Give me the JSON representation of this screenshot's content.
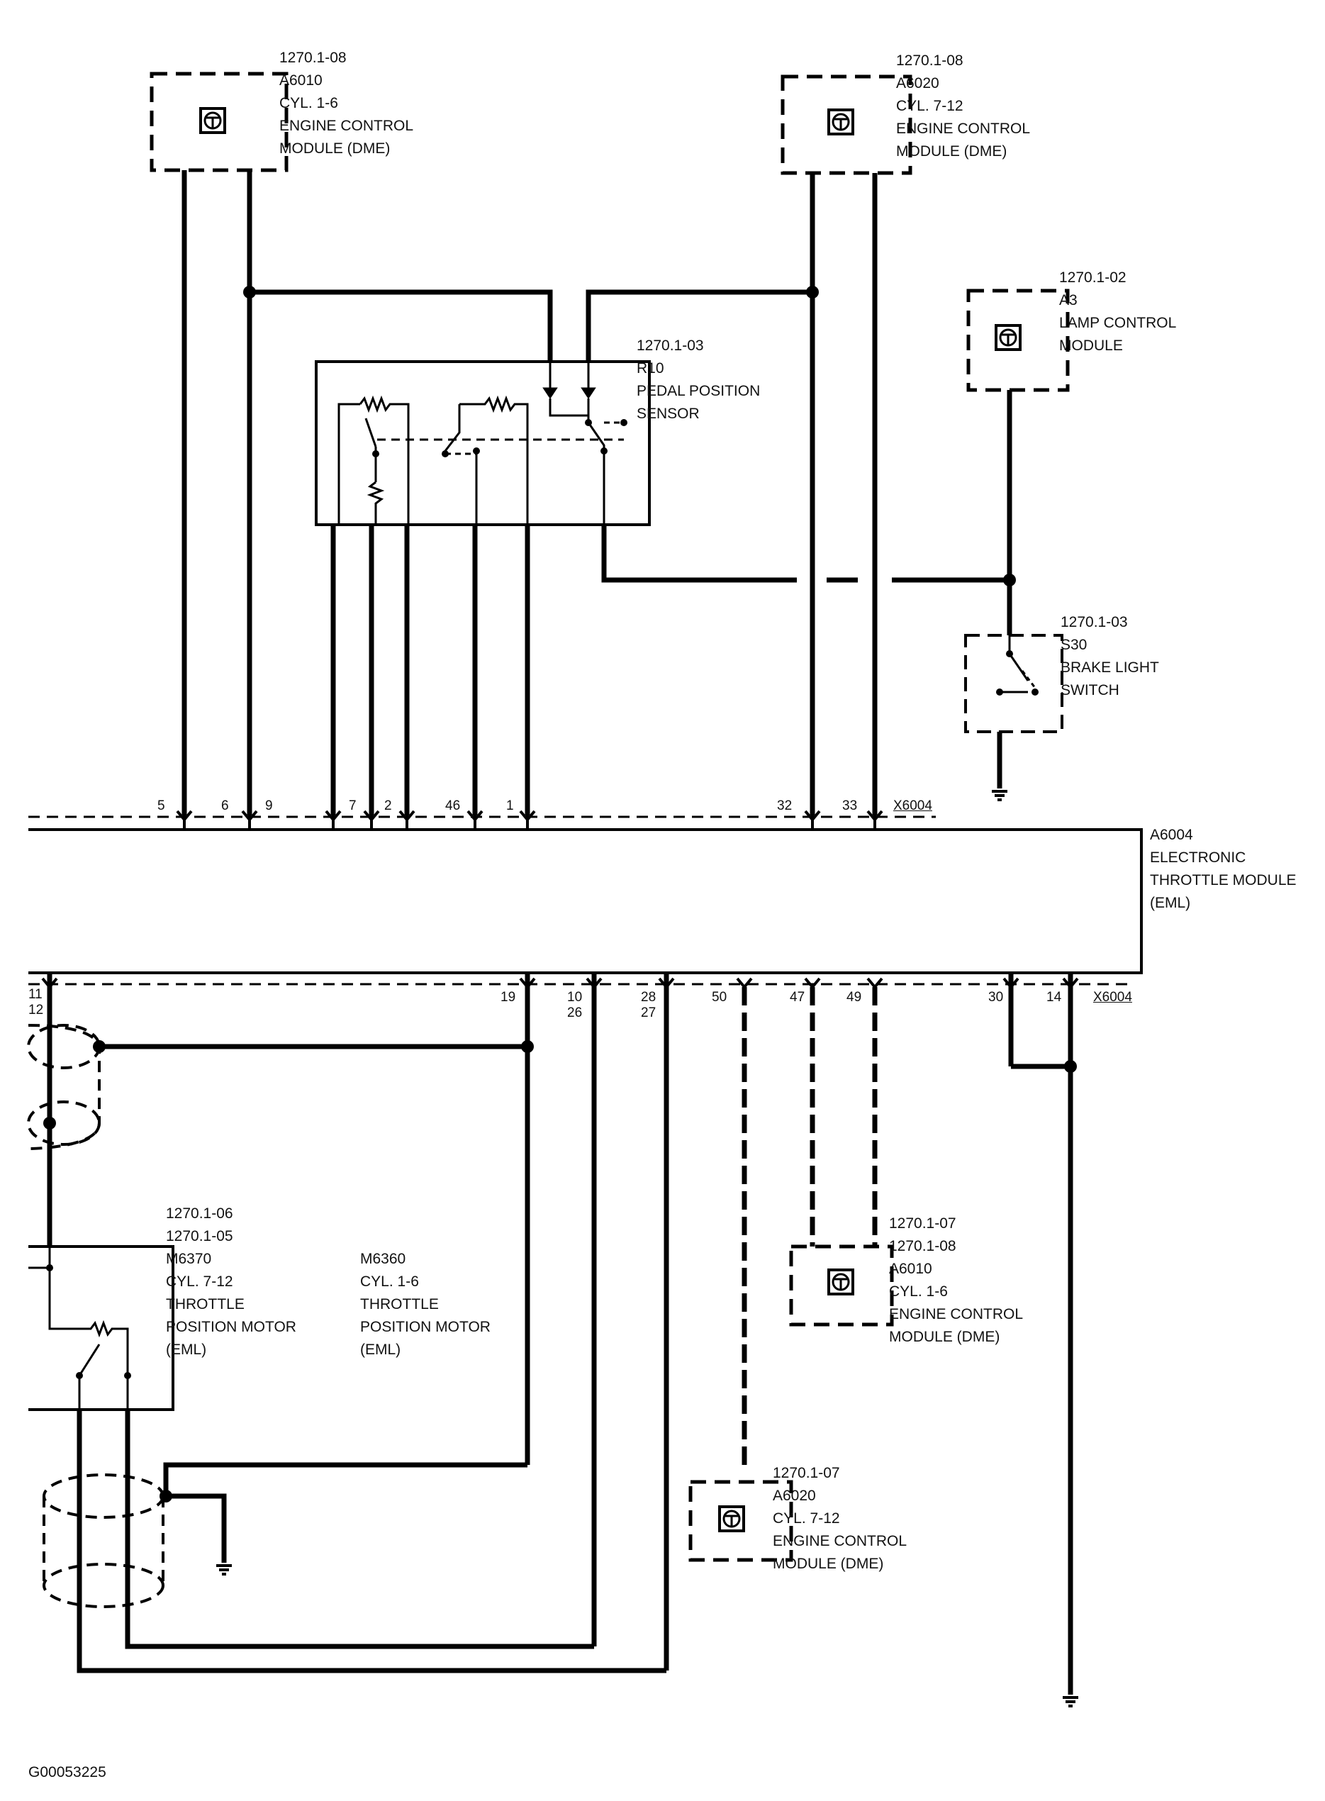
{
  "components": {
    "a6010_top": {
      "ref": "1270.1-08",
      "id": "A6010",
      "lines": [
        "CYL. 1-6",
        "ENGINE CONTROL",
        "MODULE (DME)"
      ]
    },
    "a6020_top": {
      "ref": "1270.1-08",
      "id": "A6020",
      "lines": [
        "CYL. 7-12",
        "ENGINE CONTROL",
        "MODULE (DME)"
      ]
    },
    "a3": {
      "ref": "1270.1-02",
      "id": "A3",
      "lines": [
        "LAMP CONTROL",
        "MODULE"
      ]
    },
    "r10": {
      "ref": "1270.1-03",
      "id": "R10",
      "lines": [
        "PEDAL POSITION",
        "SENSOR"
      ]
    },
    "s30": {
      "ref": "1270.1-03",
      "id": "S30",
      "lines": [
        "BRAKE LIGHT",
        "SWITCH"
      ]
    },
    "a6004": {
      "id": "A6004",
      "lines": [
        "ELECTRONIC",
        "THROTTLE MODULE",
        "(EML)"
      ]
    },
    "m6370": {
      "ref1": "1270.1-06",
      "ref2": "1270.1-05",
      "id": "M6370",
      "lines": [
        "CYL. 7-12",
        "THROTTLE",
        "POSITION MOTOR",
        "(EML)"
      ]
    },
    "m6360": {
      "id": "M6360",
      "lines": [
        "CYL. 1-6",
        "THROTTLE",
        "POSITION MOTOR",
        "(EML)"
      ]
    },
    "a6010_bottom": {
      "ref1": "1270.1-07",
      "ref2": "1270.1-08",
      "id": "A6010",
      "lines": [
        "CYL. 1-6",
        "ENGINE CONTROL",
        "MODULE (DME)"
      ]
    },
    "a6020_bottom": {
      "ref": "1270.1-07",
      "id": "A6020",
      "lines": [
        "CYL. 7-12",
        "ENGINE CONTROL",
        "MODULE (DME)"
      ]
    }
  },
  "connector": "X6004",
  "top_pins": [
    "5",
    "6",
    "9",
    "7",
    "2",
    "46",
    "1",
    "32",
    "33"
  ],
  "bottom_pins": [
    "11",
    "12",
    "19",
    "10",
    "26",
    "28",
    "27",
    "50",
    "47",
    "49",
    "30",
    "14"
  ],
  "figure_id": "G00053225"
}
